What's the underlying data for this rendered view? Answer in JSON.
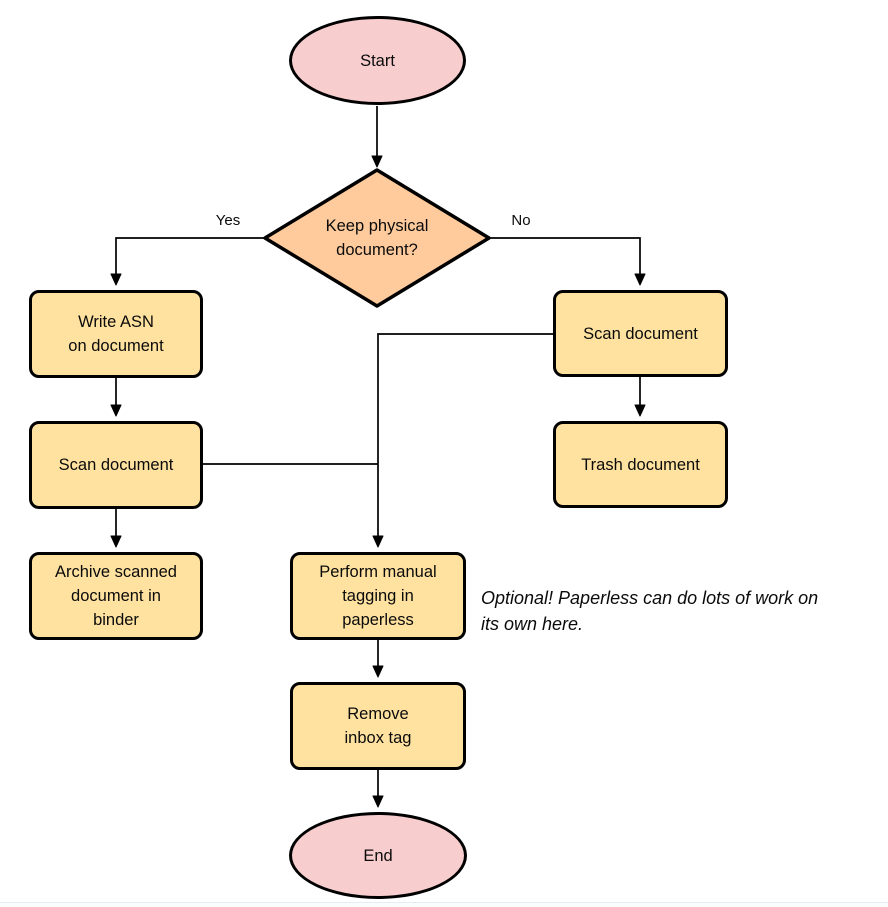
{
  "flowchart": {
    "nodes": {
      "start": {
        "label": "Start"
      },
      "decision": {
        "label": "Keep physical\ndocument?"
      },
      "write_asn": {
        "label": "Write ASN\non document"
      },
      "scan_left": {
        "label": "Scan document"
      },
      "archive": {
        "label": "Archive scanned\ndocument in\nbinder"
      },
      "scan_right": {
        "label": "Scan document"
      },
      "trash": {
        "label": "Trash document"
      },
      "tagging": {
        "label": "Perform manual\ntagging in\npaperless"
      },
      "remove_inbox": {
        "label": "Remove\ninbox tag"
      }
    },
    "end_node": {
      "label": "End"
    },
    "edge_labels": {
      "yes": "Yes",
      "no": "No"
    },
    "annotation": {
      "line1": "Optional! Paperless can do lots of work on",
      "line2": "its own here."
    },
    "colors": {
      "stroke": "#000000",
      "terminator_fill": "#f8cdce",
      "decision_fill": "#ffcb9d",
      "process_fill": "#ffe2a0"
    }
  }
}
